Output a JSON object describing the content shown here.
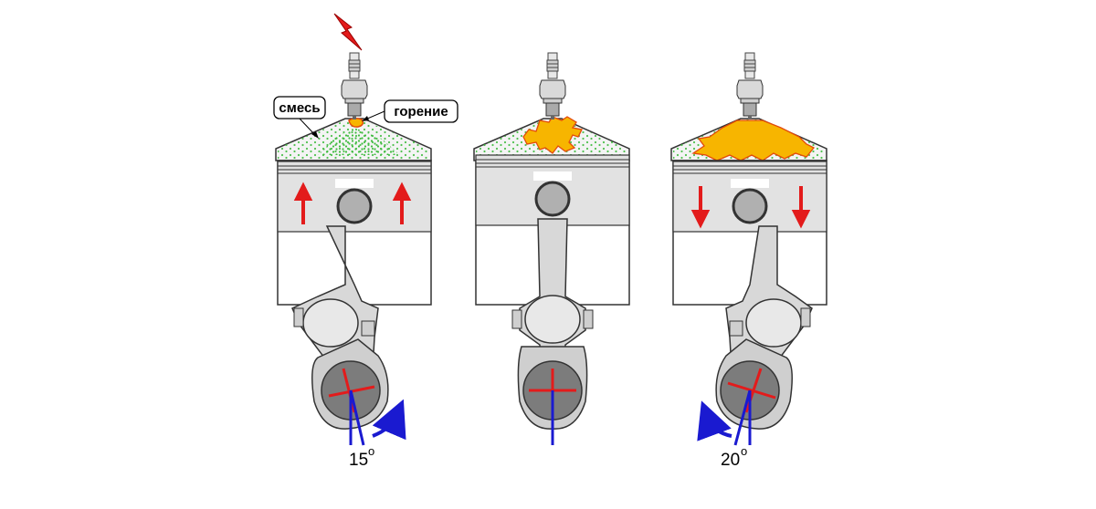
{
  "labels": {
    "mixture": "смесь",
    "combustion": "горение"
  },
  "angles": {
    "left": {
      "value": "15",
      "unit": "o"
    },
    "right": {
      "value": "20",
      "unit": "o"
    }
  },
  "colors": {
    "spark": "#e31b1b",
    "mixture_dots": "#3dbb3d",
    "flame_fill": "#f7b500",
    "flame_edge": "#e34a0a",
    "arrow_red": "#e31b1b",
    "crank_blue": "#1a1ad0",
    "crank_red": "#e31b1b",
    "metal": "#c8c8c8",
    "metal_dark": "#8a8a8a"
  },
  "stages": [
    {
      "id": "before-tdc",
      "piston_motion": "up",
      "flame": "ignition-kernel"
    },
    {
      "id": "tdc",
      "piston_motion": "none",
      "flame": "partial"
    },
    {
      "id": "after-tdc",
      "piston_motion": "down",
      "flame": "full"
    }
  ]
}
